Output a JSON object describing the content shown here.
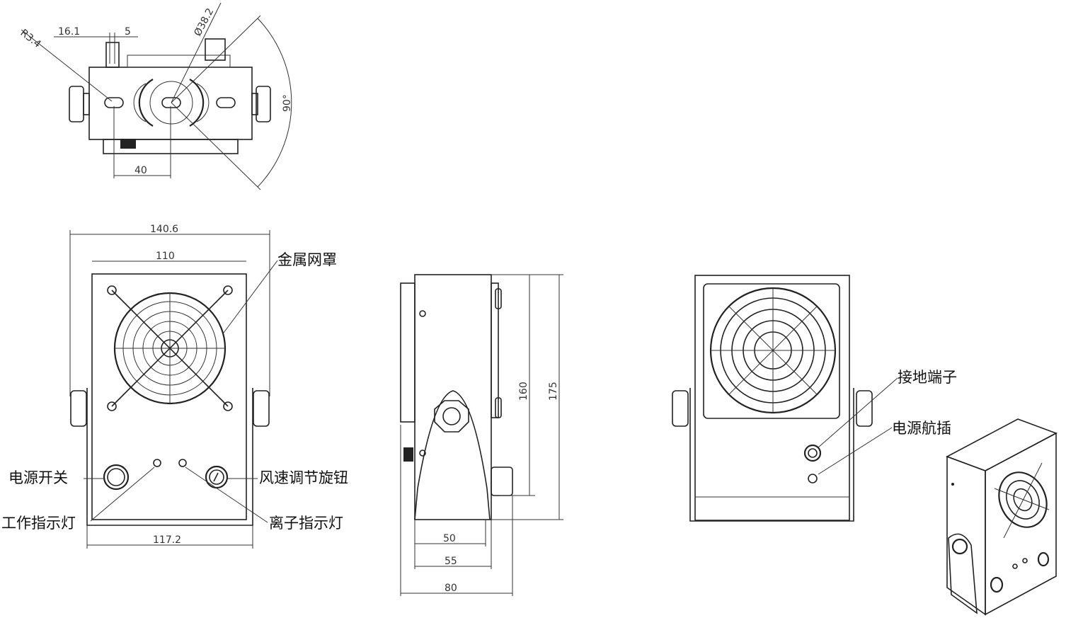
{
  "top_view": {
    "dims": {
      "r": "R3.4",
      "w1": "16.1",
      "w2": "5",
      "dia": "Ø38.2",
      "angle": "90°",
      "offset": "40"
    }
  },
  "front_view": {
    "dims": {
      "overall_width": "140.6",
      "grille_width": "110",
      "base_width": "117.2"
    },
    "labels": {
      "metal_grille": "金属网罩",
      "power_switch": "电源开关",
      "fan_speed_knob": "风速调节旋钮",
      "work_indicator": "工作指示灯",
      "ion_indicator": "离子指示灯"
    }
  },
  "side_view": {
    "dims": {
      "height_inner": "160",
      "height_total": "175",
      "depth_50": "50",
      "depth_55": "55",
      "depth_80": "80"
    }
  },
  "rear_view": {
    "labels": {
      "ground_terminal": "接地端子",
      "power_socket": "电源航插"
    }
  }
}
